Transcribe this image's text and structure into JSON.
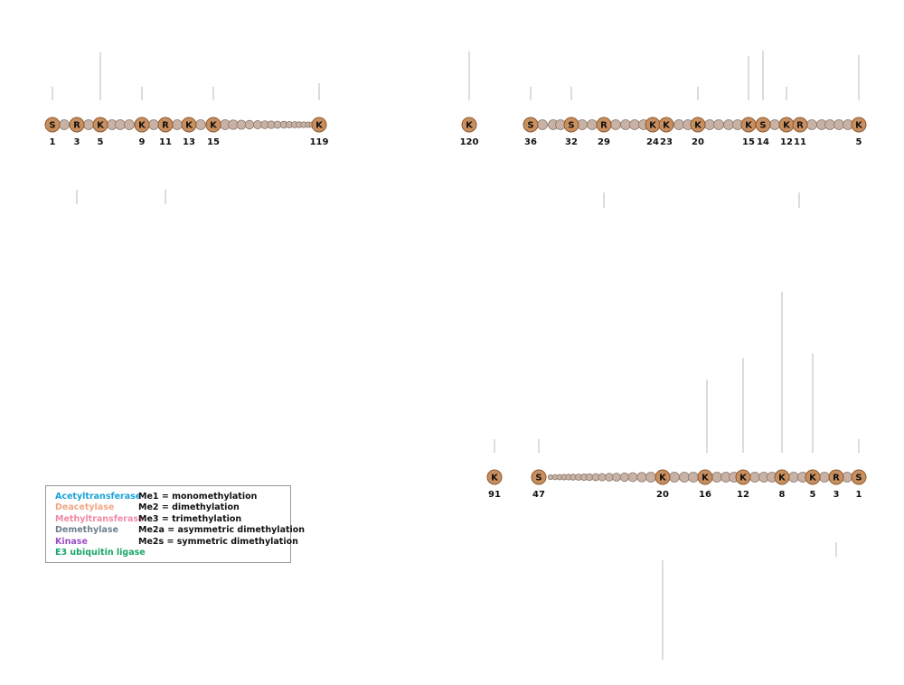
{
  "colors": {
    "bead_key": "#c98f5f",
    "bead_key_stroke": "#8a5a32",
    "bead_small": "#c8b2a6",
    "bead_small_stroke": "#8b766a",
    "stalk": "#b8b8b8"
  },
  "tails": [
    {
      "id": "tail-top-left",
      "residues": [
        {
          "letter": "S",
          "number": "1"
        },
        {
          "letter": "R",
          "number": "3"
        },
        {
          "letter": "K",
          "number": "5"
        },
        {
          "letter": "K",
          "number": "9"
        },
        {
          "letter": "R",
          "number": "11"
        },
        {
          "letter": "K",
          "number": "13"
        },
        {
          "letter": "K",
          "number": "15"
        },
        {
          "letter": "K",
          "number": "119"
        }
      ]
    },
    {
      "id": "tail-top-right",
      "residues": [
        {
          "letter": "K",
          "number": "120"
        },
        {
          "letter": "S",
          "number": "36"
        },
        {
          "letter": "S",
          "number": "32"
        },
        {
          "letter": "R",
          "number": "29"
        },
        {
          "letter": "K",
          "number": "24"
        },
        {
          "letter": "K",
          "number": "23"
        },
        {
          "letter": "K",
          "number": "20"
        },
        {
          "letter": "K",
          "number": "15"
        },
        {
          "letter": "S",
          "number": "14"
        },
        {
          "letter": "K",
          "number": "12"
        },
        {
          "letter": "R",
          "number": "11"
        },
        {
          "letter": "K",
          "number": "5"
        }
      ]
    },
    {
      "id": "tail-bottom-right",
      "residues": [
        {
          "letter": "K",
          "number": "91"
        },
        {
          "letter": "S",
          "number": "47"
        },
        {
          "letter": "K",
          "number": "20"
        },
        {
          "letter": "K",
          "number": "16"
        },
        {
          "letter": "K",
          "number": "12"
        },
        {
          "letter": "K",
          "number": "8"
        },
        {
          "letter": "K",
          "number": "5"
        },
        {
          "letter": "R",
          "number": "3"
        },
        {
          "letter": "S",
          "number": "1"
        }
      ]
    }
  ],
  "legend": {
    "enzymes": [
      {
        "label": "Acetyltransferase",
        "color": "#1aa3d9"
      },
      {
        "label": "Deacetylase",
        "color": "#f0a684"
      },
      {
        "label": "Methyltransferase",
        "color": "#ef8aa6"
      },
      {
        "label": "Demethylase",
        "color": "#6d7f8c"
      },
      {
        "label": "Kinase",
        "color": "#9b4fc4"
      },
      {
        "label": "E3 ubiquitin ligase",
        "color": "#18a56b"
      }
    ],
    "abbreviations": [
      "Me1 = monomethylation",
      "Me2 = dimethylation",
      "Me3 = trimethylation",
      "Me2a = asymmetric dimethylation",
      "Me2s = symmetric dimethylation"
    ]
  }
}
